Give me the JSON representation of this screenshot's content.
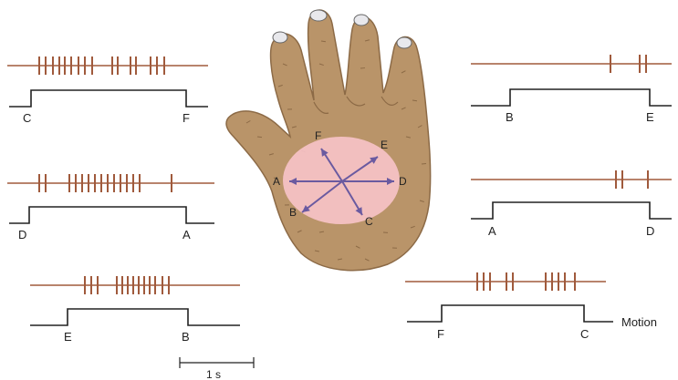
{
  "colors": {
    "spike": "#a05a3c",
    "trace": "#222222",
    "receptive_field": "#f6c2c7",
    "arrow": "#6a5aa0",
    "skin": "#b99469",
    "skin_dark": "#8c6a46",
    "nail": "#e8e8ec"
  },
  "icons": {
    "hand": "monkey-hand-illustration"
  },
  "directions": [
    "A",
    "B",
    "C",
    "D",
    "E",
    "F"
  ],
  "panels": [
    {
      "id": "CF",
      "start_label": "C",
      "end_label": "F",
      "spike_count": 16
    },
    {
      "id": "DA",
      "start_label": "D",
      "end_label": "A",
      "spike_count": 15
    },
    {
      "id": "EB",
      "start_label": "E",
      "end_label": "B",
      "spike_count": 13
    },
    {
      "id": "BE",
      "start_label": "B",
      "end_label": "E",
      "spike_count": 3
    },
    {
      "id": "AD",
      "start_label": "A",
      "end_label": "D",
      "spike_count": 3
    },
    {
      "id": "FC",
      "start_label": "F",
      "end_label": "C",
      "spike_count": 10,
      "trace_label": "Motion"
    }
  ],
  "scale_bar": {
    "label": "1 s"
  }
}
